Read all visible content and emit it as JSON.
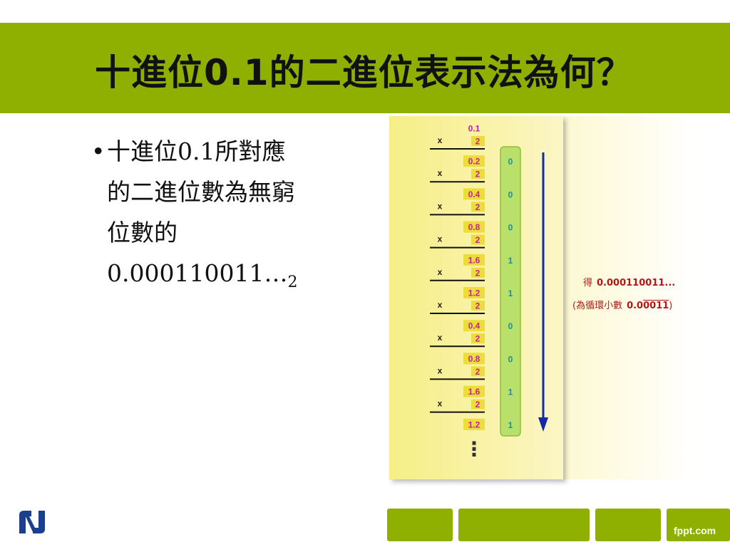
{
  "slide": {
    "title": "十進位0.1的二進位表示法為何？",
    "bullet": {
      "dot": "•",
      "line1": "十進位0.1所對應",
      "line2": "的二進位數為無窮",
      "line3": "位數的",
      "line4_main": "0.000110011…",
      "line4_sub": "2"
    }
  },
  "figure": {
    "multiplier_symbol": "x",
    "multiplier": "2",
    "products": [
      "0.1",
      "0.2",
      "0.4",
      "0.8",
      "1.6",
      "1.2",
      "0.4",
      "0.8",
      "1.6",
      "1.2"
    ],
    "bits": [
      "0",
      "0",
      "0",
      "1",
      "1",
      "0",
      "0",
      "1",
      "1"
    ],
    "continuation": "⋮",
    "result_prefix": "得",
    "result_value": "0.000110011...",
    "repeat_prefix": "(為循環小數",
    "repeat_value_plain": "0.0",
    "repeat_value_over": "0011",
    "repeat_suffix": ")",
    "colors": {
      "product_box": "#ecdd3a",
      "product_text": "#cc1f9a",
      "bit_bar": "#b8e06a",
      "bit_text": "#1a8f9a",
      "arrow": "#1428a8"
    }
  },
  "footer": {
    "brand": "fppt.com"
  }
}
